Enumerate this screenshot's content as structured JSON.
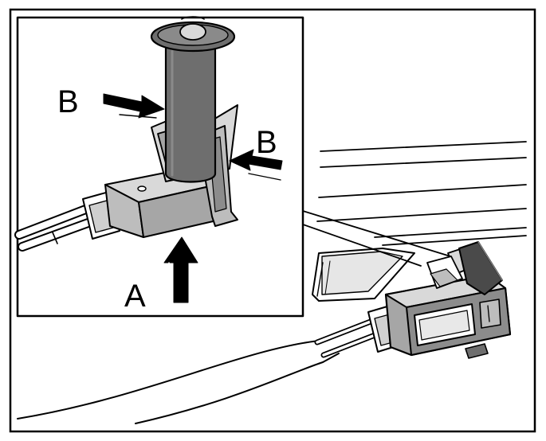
{
  "labels": {
    "arrow_a": "A",
    "arrow_b_left": "B",
    "arrow_b_right": "B"
  },
  "colors": {
    "ink": "#000000",
    "paper": "#ffffff",
    "light_gray": "#d9d9d9",
    "mid_gray": "#a6a6a6",
    "dark_gray": "#6e6e6e",
    "charcoal": "#4a4a4a"
  }
}
